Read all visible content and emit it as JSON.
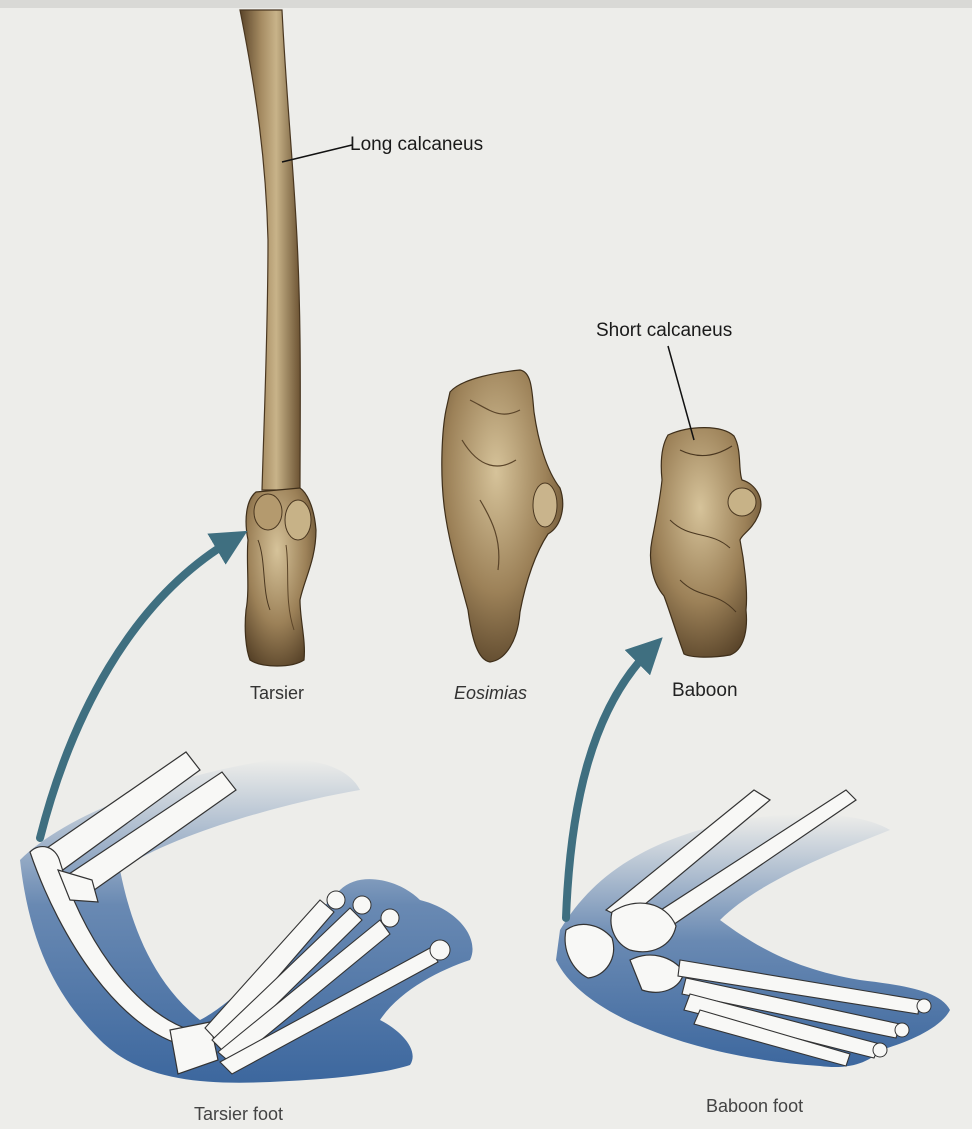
{
  "labels": {
    "long_calcaneus": "Long calcaneus",
    "short_calcaneus": "Short calcaneus",
    "tarsier": "Tarsier",
    "eosimias": "Eosimias",
    "baboon": "Baboon",
    "tarsier_foot": "Tarsier foot",
    "baboon_foot": "Baboon foot"
  },
  "colors": {
    "bone": "#8e7550",
    "bone_light": "#c9b48c",
    "bone_dark": "#4f3a22",
    "arrow": "#3f6f80",
    "shadow": "#3d68a0",
    "background": "#ededea"
  }
}
